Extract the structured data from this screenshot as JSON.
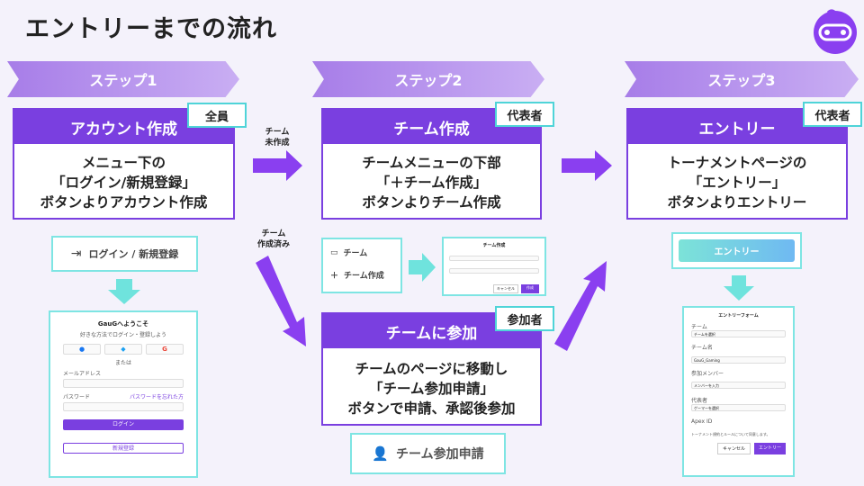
{
  "title": "エントリーまでの流れ",
  "logo": {
    "icon": "gamepad-logo-icon",
    "color": "#8a3ff0"
  },
  "colors": {
    "primary": "#7a3fe0",
    "accent": "#4fd4d8",
    "step_light": "#c9aef3"
  },
  "steps": [
    {
      "label": "ステップ1",
      "card_title": "アカウント作成",
      "tag": "全員",
      "body": [
        "メニュー下の",
        "「ログイン/新規登録」",
        "ボタンよりアカウント作成"
      ]
    },
    {
      "label": "ステップ2",
      "card_title": "チーム作成",
      "tag": "代表者",
      "body": [
        "チームメニューの下部",
        "「＋チーム作成」",
        "ボタンよりチーム作成"
      ]
    },
    {
      "label": "ステップ3",
      "card_title": "エントリー",
      "tag": "代表者",
      "body": [
        "トーナメントページの",
        "「エントリー」",
        "ボタンよりエントリー"
      ]
    }
  ],
  "join": {
    "card_title": "チームに参加",
    "tag": "参加者",
    "body": [
      "チームのページに移動し",
      "「チーム参加申請」",
      "ボタンで申請、承認後参加"
    ],
    "button": "チーム参加申請"
  },
  "arrows": {
    "no_team": "チーム\n未作成",
    "has_team": "チーム\n作成済み"
  },
  "login_button": "ログイン / 新規登録",
  "login_modal": {
    "title": "GauGへようこそ",
    "subtitle": "好きな方法でログイン・登録しよう",
    "or": "または",
    "email_label": "メールアドレス",
    "password_label": "パスワード",
    "forgot": "パスワードを忘れた方",
    "login": "ログイン",
    "signup": "新規登録"
  },
  "team_menu": {
    "team": "チーム",
    "create": "チーム作成"
  },
  "team_modal": {
    "title": "チーム作成",
    "cancel": "キャンセル",
    "create": "作成"
  },
  "entry_button": "エントリー",
  "entry_form": {
    "title": "エントリーフォーム",
    "team_label": "チーム",
    "team_select": "チームを選択",
    "team_name_label": "チーム名",
    "team_name_value": "GauG_Gaming",
    "members_label": "参加メンバー",
    "members_placeholder": "メンバーを入力",
    "sub_label": "代表者",
    "sub_select": "ゲーマーを選択",
    "game_id_label": "Apex ID",
    "agree": "トーナメント規約とルールについて同意します。",
    "cancel": "キャンセル",
    "submit": "エントリー"
  }
}
